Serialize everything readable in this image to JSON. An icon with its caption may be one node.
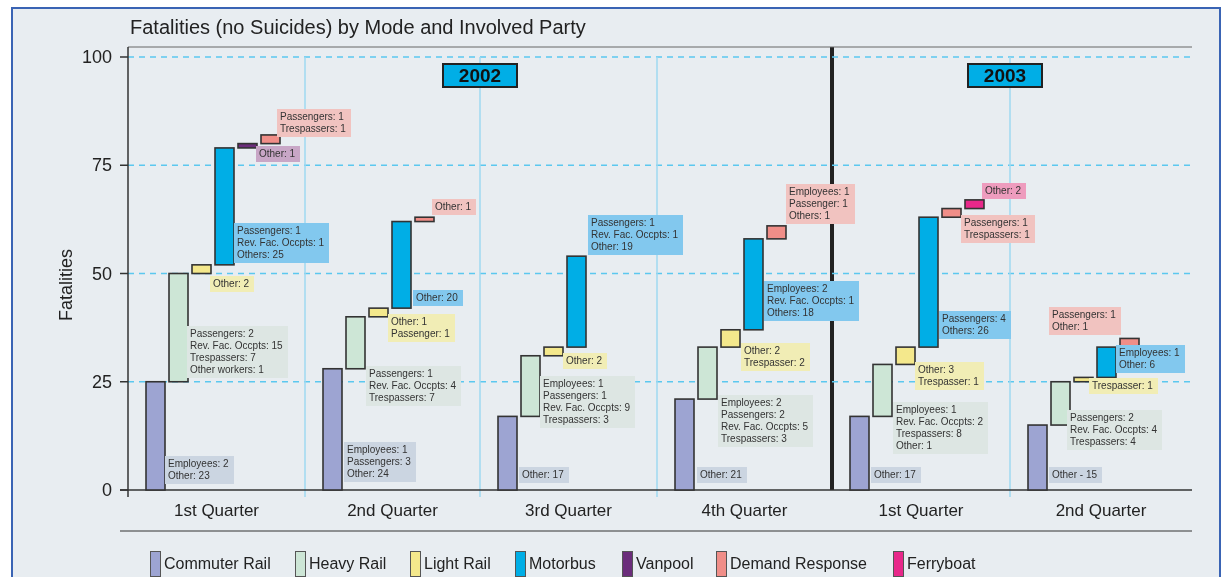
{
  "diagram": {
    "chart_data": {
      "type": "bar",
      "title": "Fatalities (no Suicides) by Mode and Involved Party",
      "ylabel": "Fatalities",
      "stacked": true,
      "grid": true,
      "categories": [
        "1st Quarter",
        "2nd Quarter",
        "3rd Quarter",
        "4th Quarter",
        "1st Quarter",
        "2nd Quarter"
      ],
      "ylim": [
        0,
        100
      ],
      "yticks": [
        0,
        25,
        50,
        75,
        100
      ],
      "series": [
        {
          "color": "#9da4d2",
          "values": [
            25,
            28,
            17,
            21,
            17,
            15
          ]
        },
        {
          "color": "#cde6d6",
          "values": [
            25,
            12,
            14,
            12,
            12,
            10
          ]
        },
        {
          "color": "#f4e88c",
          "values": [
            2,
            2,
            2,
            4,
            4,
            1
          ]
        },
        {
          "color": "#00aee6",
          "values": [
            27,
            20,
            21,
            21,
            30,
            7
          ]
        },
        {
          "color": "#6b2d7b",
          "values": [
            1,
            null,
            null,
            null,
            null,
            null
          ]
        },
        {
          "color": "#f08e88",
          "values": [
            2,
            1,
            null,
            3,
            2,
            2
          ]
        },
        {
          "color": "#e8288a",
          "values": [
            null,
            null,
            null,
            null,
            2,
            null
          ]
        }
      ],
      "annotations": [
        "Employees: 2",
        "Other: 23",
        "Passengers: 2",
        "Rev. Fac. Occpts: 15",
        "Trespassers: 7",
        "Other workers: 1",
        "Other: 2",
        "Passengers: 1",
        "Rev. Fac. Occpts: 1",
        "Others: 25",
        "Other: 1",
        "Passengers: 1",
        "Trespassers: 1",
        "Employees: 1",
        "Passengers: 3",
        "Other: 24",
        "Passengers: 1",
        "Rev. Fac. Occpts: 4",
        "Trespassers: 7",
        "Other: 1",
        "Passenger: 1",
        "Other: 20",
        "Other: 1",
        "Other: 17",
        "Employees: 1",
        "Passengers: 1",
        "Rev. Fac. Occpts: 9",
        "Trespassers: 3",
        "Other: 2",
        "Passengers: 1",
        "Rev. Fac. Occpts: 1",
        "Other: 19",
        "Other: 21",
        "Employees: 2",
        "Passengers: 2",
        "Rev. Fac. Occpts: 5",
        "Trespassers: 3",
        "Other: 2",
        "Trespasser: 2",
        "Employees: 2",
        "Rev. Fac. Occpts: 1",
        "Others: 18",
        "Employees: 1",
        "Passenger: 1",
        "Others: 1",
        "Other: 17",
        "Employees: 1",
        "Rev. Fac. Occpts: 2",
        "Trespassers: 8",
        "Other: 1",
        "Other: 3",
        "Trespasser: 1",
        "Passengers: 4",
        "Others: 26",
        "Passengers: 1",
        "Trespassers: 1",
        "Other: 2",
        "Other - 15",
        "Passengers: 2",
        "Rev. Fac. Occpts: 4",
        "Trespassers: 4",
        "Trespasser: 1",
        "Employees: 1",
        "Other: 6",
        "Passengers: 1",
        "Other: 1"
      ]
    },
    "labels": [
      "2002",
      "2003"
    ],
    "legend": [
      {
        "text": "Commuter Rail",
        "color": "#9da4d2"
      },
      {
        "text": "Heavy Rail",
        "color": "#cde6d6"
      },
      {
        "text": "Light Rail",
        "color": "#f4e88c"
      },
      {
        "text": "Motorbus",
        "color": "#00aee6"
      },
      {
        "text": "Vanpool",
        "color": "#6b2d7b"
      },
      {
        "text": "Demand Response",
        "color": "#f08e88"
      },
      {
        "text": "Ferryboat",
        "color": "#e8288a"
      }
    ]
  }
}
